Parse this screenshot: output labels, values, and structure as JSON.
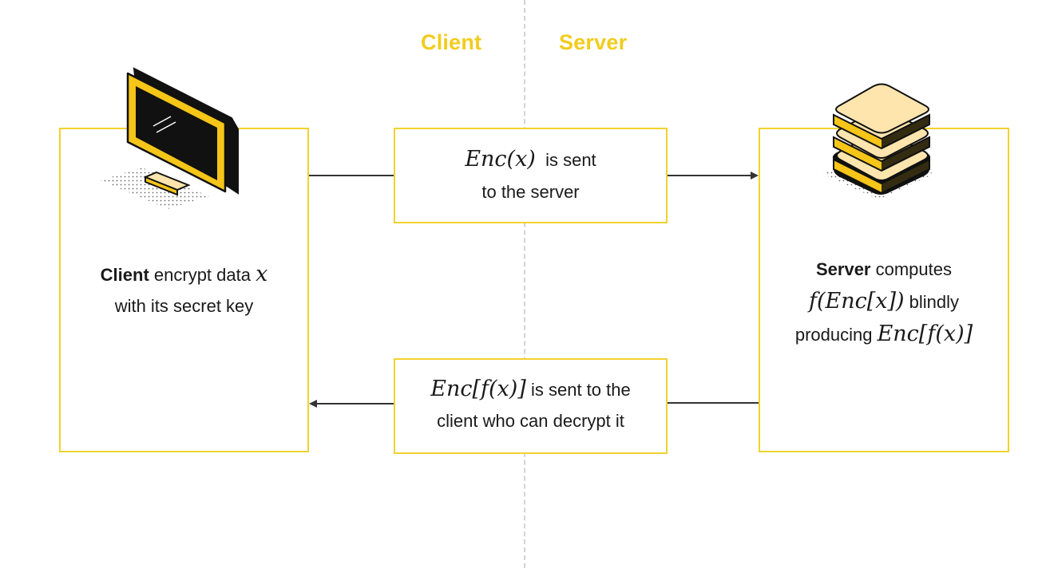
{
  "header": {
    "client_label": "Client",
    "server_label": "Server"
  },
  "client_box": {
    "line1_bold": "Client",
    "line1_text": " encrypt data ",
    "line1_math": "x",
    "line2_text": "with its secret key"
  },
  "send_box": {
    "line1_math": "Enc(x)",
    "line1_text": "is sent",
    "line2_text": "to the server"
  },
  "return_box": {
    "line1_math": "Enc[f(x)]",
    "line1_text": "is sent to the",
    "line2_text": "client who can decrypt it"
  },
  "server_box": {
    "line1_bold": "Server",
    "line1_text": " computes",
    "line2_math": "f(Enc[x])",
    "line2_text": "blindly",
    "line3_text": "producing ",
    "line3_math": "Enc[f(x)]"
  },
  "icons": {
    "client": "monitor-icon",
    "server": "server-stack-icon"
  },
  "colors": {
    "accent": "#f2cc1d",
    "box_border": "#f2d22e",
    "icon_fill": "#f5c518",
    "icon_light": "#fde5ad",
    "dark": "#111111",
    "arrow": "#333333"
  }
}
